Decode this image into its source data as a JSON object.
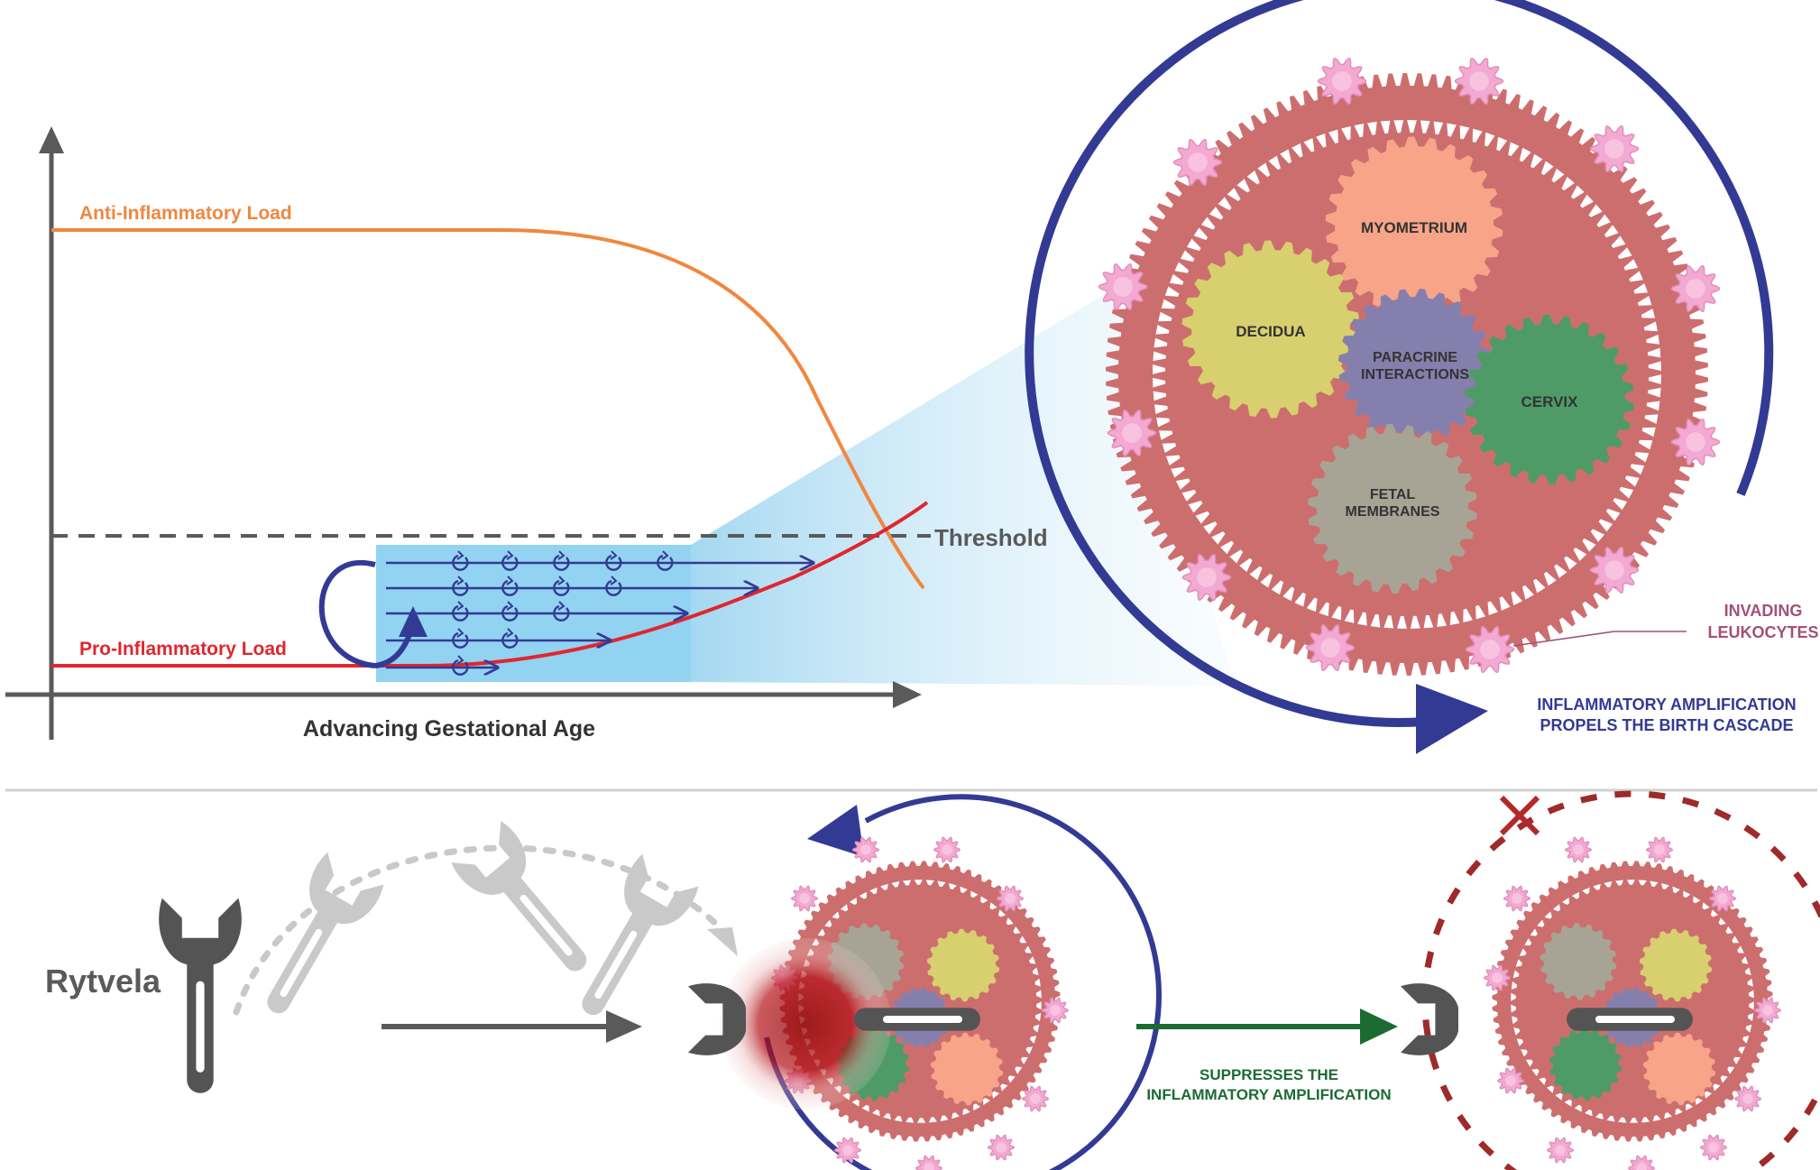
{
  "graph": {
    "anti_label": "Anti-Inflammatory Load",
    "pro_label": "Pro-Inflammatory Load",
    "threshold_label": "Threshold",
    "x_axis_label": "Advancing Gestational Age"
  },
  "big_assembly": {
    "gears": {
      "myometrium": "MYOMETRIUM",
      "decidua": "DECIDUA",
      "paracrine_line1": "PARACRINE",
      "paracrine_line2": "INTERACTIONS",
      "cervix": "CERVIX",
      "fetal_line1": "FETAL",
      "fetal_line2": "MEMBRANES"
    },
    "leukocytes_line1": "INVADING",
    "leukocytes_line2": "LEUKOCYTES",
    "amplification_line1": "INFLAMMATORY AMPLIFICATION",
    "amplification_line2": "PROPELS THE BIRTH CASCADE"
  },
  "bottom": {
    "drug_name": "Rytvela",
    "suppress_line1": "SUPPRESSES THE",
    "suppress_line2": "INFLAMMATORY AMPLIFICATION"
  },
  "colors": {
    "anti": "#f0873f",
    "pro": "#e0262f",
    "navy": "#323a94",
    "ring": "#cd6e6e",
    "myometrium": "#f7a489",
    "decidua": "#d8cf6f",
    "paracrine": "#857fad",
    "cervix": "#4f9b67",
    "fetal": "#a7a496",
    "leukocyte": "#f3a9d1",
    "leukocyte_text": "#a0527a",
    "suppress": "#1b6b33",
    "wrench": "#545454",
    "wrench_faded": "#c9c9c9"
  }
}
